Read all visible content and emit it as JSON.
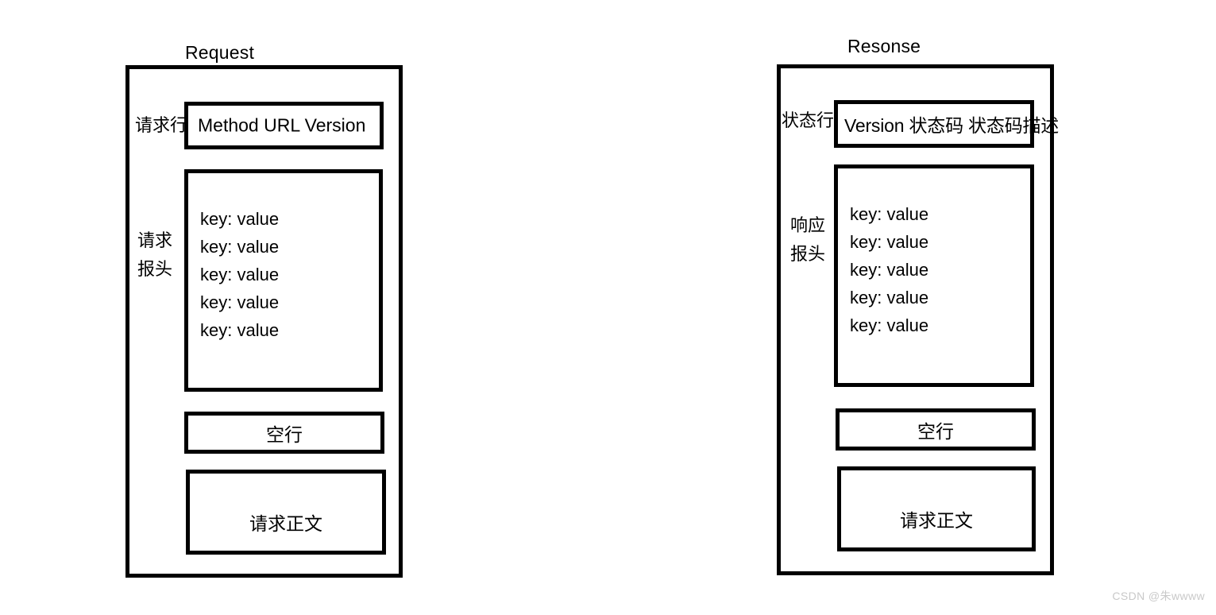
{
  "diagram": {
    "type": "http-message-structure",
    "panels": [
      {
        "id": "request",
        "title": "Request",
        "sections": [
          {
            "id": "request-line",
            "label": "请求行",
            "label_lines": [
              "请求行"
            ],
            "box_text": "Method  URL  Version"
          },
          {
            "id": "request-headers",
            "label": "请求报头",
            "label_lines": [
              "请求",
              "报头"
            ],
            "lines": [
              "key: value",
              "key: value",
              "key: value",
              "key: value",
              "key: value"
            ]
          },
          {
            "id": "request-blank-line",
            "label": "",
            "box_text": "空行"
          },
          {
            "id": "request-body",
            "label": "",
            "box_text": "请求正文"
          }
        ]
      },
      {
        "id": "response",
        "title": "Resonse",
        "sections": [
          {
            "id": "status-line",
            "label": "状态行",
            "label_lines": [
              "状态行"
            ],
            "box_text": "Version 状态码 状态码描述"
          },
          {
            "id": "response-headers",
            "label": "响应报头",
            "label_lines": [
              "响应",
              "报头"
            ],
            "lines": [
              "key: value",
              "key: value",
              "key: value",
              "key: value",
              "key: value"
            ]
          },
          {
            "id": "response-blank-line",
            "label": "",
            "box_text": "空行"
          },
          {
            "id": "response-body",
            "label": "",
            "box_text": "请求正文"
          }
        ]
      }
    ]
  },
  "watermark": {
    "text": "CSDN @朱wwww"
  },
  "colors": {
    "stroke": "#000000",
    "background": "#ffffff",
    "watermark": "#c9c9c9"
  }
}
